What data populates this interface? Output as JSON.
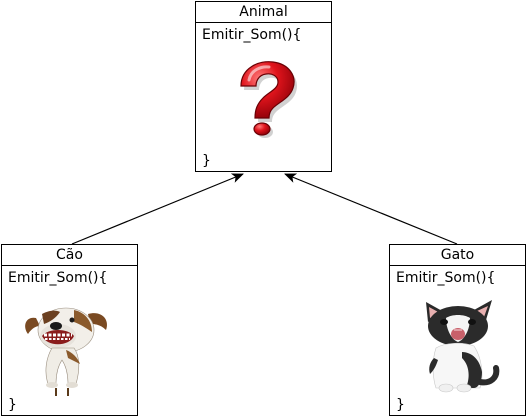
{
  "classes": {
    "animal": {
      "name": "Animal",
      "method": "Emitir_Som(){",
      "close": "}",
      "illustration": "question-mark-icon"
    },
    "cao": {
      "name": "Cão",
      "method": "Emitir_Som(){",
      "close": "}",
      "illustration": "dog-photo"
    },
    "gato": {
      "name": "Gato",
      "method": "Emitir_Som(){",
      "close": "}",
      "illustration": "cat-photo"
    }
  },
  "colors": {
    "question_mark": "#e0141c",
    "line": "#000000"
  }
}
